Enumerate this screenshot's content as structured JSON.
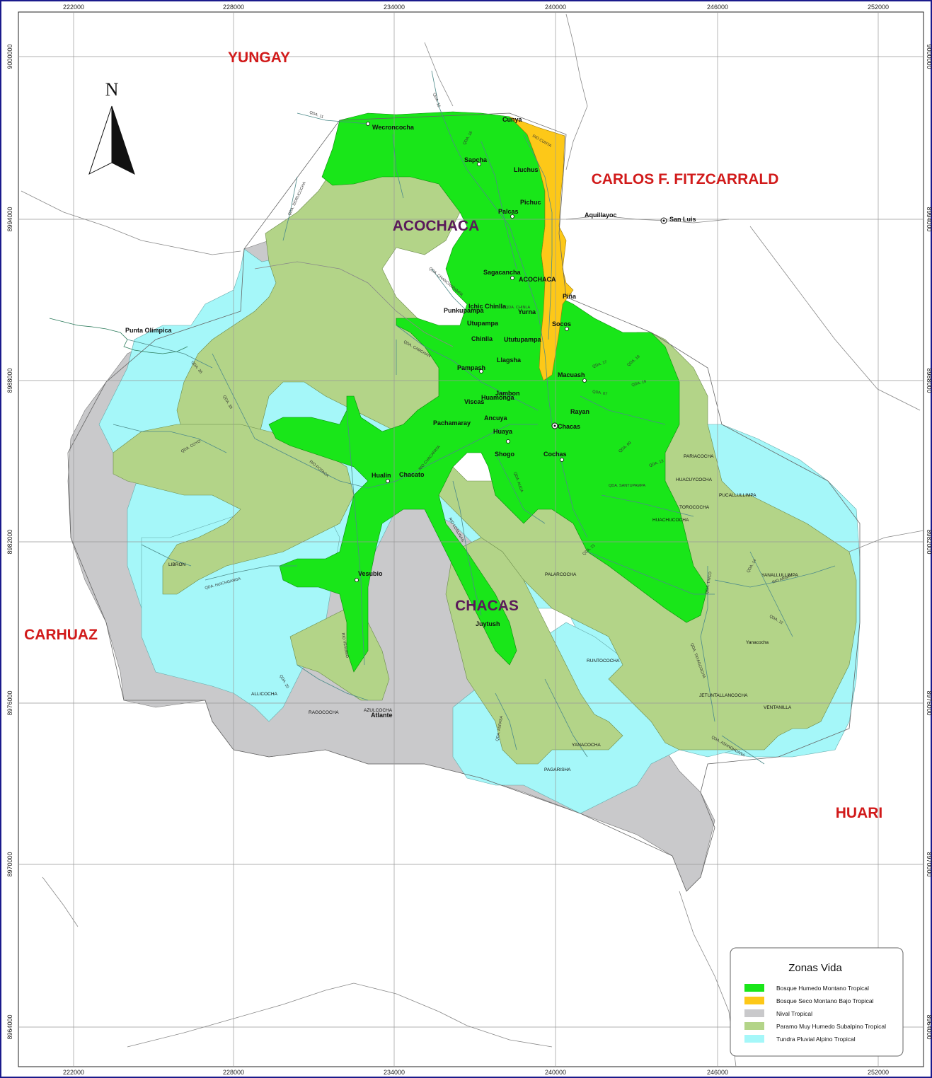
{
  "colors": {
    "frame": "#1a1a8c",
    "grid": "#999999",
    "bosque_humedo": "#19e619",
    "bosque_seco": "#fdc818",
    "nival": "#c9c9cb",
    "paramo": "#b3d488",
    "tundra": "#a5f7f9",
    "river": "#4d8a8a",
    "road": "#888888"
  },
  "coordinates": {
    "eastings": [
      "222000",
      "228000",
      "234000",
      "240000",
      "246000",
      "252000"
    ],
    "northings": [
      "9000000",
      "8994000",
      "8988000",
      "8982000",
      "8976000",
      "8970000",
      "8964000"
    ]
  },
  "north_arrow": {
    "label": "N"
  },
  "regions": {
    "yungay": "YUNGAY",
    "carlos": "CARLOS F. FITZCARRALD",
    "carhuaz": "CARHUAZ",
    "huari": "HUARI"
  },
  "districts": {
    "acochaca": "ACOCHACA",
    "chacas": "CHACAS"
  },
  "places": [
    "Wecroncocha",
    "Cunya",
    "Sapcha",
    "Lluchus",
    "Pichuc",
    "Palcas",
    "Aquillayoc",
    "San Luis",
    "Sagacancha",
    "ACOCHACA",
    "Piña",
    "Punkupampa",
    "Ichic Chinlla",
    "Yurna",
    "Utupampa",
    "Socos",
    "Chinlla",
    "Ututupampa",
    "Llagsha",
    "Pampash",
    "Macuash",
    "Jambon",
    "Huamonga",
    "Viscas",
    "Rayan",
    "Ancuya",
    "Chacas",
    "Pachamaray",
    "Huaya",
    "Shogo",
    "Cochas",
    "Hualin",
    "Chacato",
    "Vesubio",
    "Juytush",
    "Punta Olímpica",
    "Atlante"
  ],
  "lakes": [
    "PARIACOCHA",
    "HUACUYCOCHA",
    "PUCALLULLIMPA",
    "TOROCOCHA",
    "HUACHUCOCHA",
    "LIBRON",
    "PALARCOCHA",
    "YANALLULLIMPA",
    "Yanacocha",
    "RUNTOCOCHA",
    "JETUNTALLANCOCHA",
    "VENTANILLA",
    "ALLICOCHA",
    "RAGOCOCHA",
    "AZULCOCHA",
    "YANACOCHA",
    "PAGARISHA"
  ],
  "rivers": [
    "QDA. 11",
    "QDA. 15",
    "QDA. 16",
    "QDA. 17",
    "QDA. 18",
    "QDA. 19",
    "QDA. 20",
    "QDA. 21",
    "QDA. 14",
    "QDA. 13",
    "QDA. 12",
    "QDA. 38",
    "QDA. 39",
    "QDA. 67",
    "QDA. 69",
    "RIO CUNYA",
    "RIO CHACAPATA",
    "RIO POTACA",
    "RIO VESUBIO",
    "RIO ARGA",
    "RIO LOSLINAS",
    "QDA. COYO",
    "QDA. HUICHGANGA",
    "QDA. CHANCHAPAMPA",
    "QDA. SANTUPAMPA",
    "QDA. TINCO",
    "QDA. TAYAGCOCHA",
    "QDA. ASHNOHUANA",
    "QDA. AUCA",
    "QDA. ASPASA",
    "QDA. CHINLA",
    "QDA. CAMCHAN",
    "QDA. SIDRUCOCHA"
  ],
  "legend": {
    "title": "Zonas Vida",
    "items": [
      {
        "label": "Bosque Humedo Montano Tropical",
        "color": "#19e619"
      },
      {
        "label": "Bosque Seco Montano Bajo Tropical",
        "color": "#fdc818"
      },
      {
        "label": "Nival Tropical",
        "color": "#c9c9cb"
      },
      {
        "label": "Paramo Muy Humedo Subalpino Tropical",
        "color": "#b3d488"
      },
      {
        "label": "Tundra Pluvial Alpino Tropical",
        "color": "#a5f7f9"
      }
    ]
  }
}
